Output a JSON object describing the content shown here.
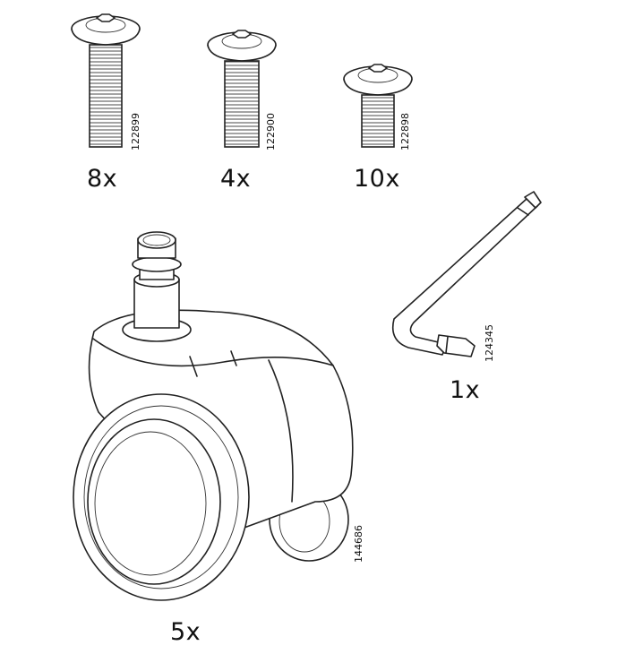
{
  "parts": [
    {
      "code": "122899",
      "quantity": "8x",
      "icon": "long-bolt-icon"
    },
    {
      "code": "122900",
      "quantity": "4x",
      "icon": "medium-bolt-icon"
    },
    {
      "code": "122898",
      "quantity": "10x",
      "icon": "short-bolt-icon"
    },
    {
      "code": "124345",
      "quantity": "1x",
      "icon": "allen-key-icon"
    },
    {
      "code": "144686",
      "quantity": "5x",
      "icon": "caster-wheel-icon"
    }
  ]
}
